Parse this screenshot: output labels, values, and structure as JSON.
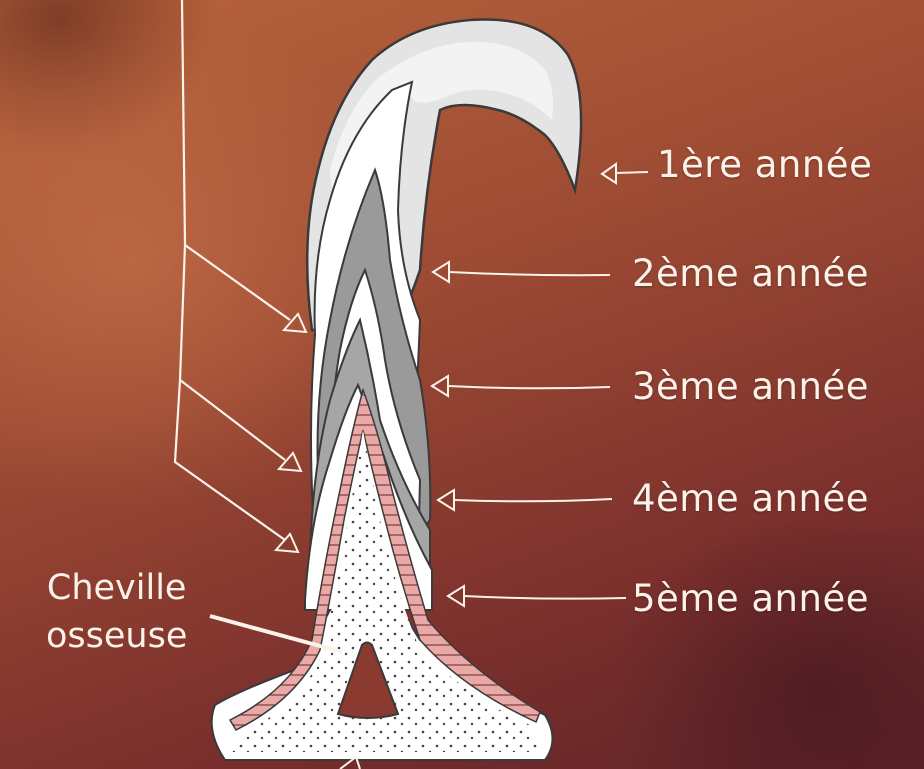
{
  "growth_labels": [
    {
      "text": "1ère année"
    },
    {
      "text": "2ème année"
    },
    {
      "text": "3ème année"
    },
    {
      "text": "4ème année"
    },
    {
      "text": "5ème année"
    }
  ],
  "bone_core_label": {
    "line1": "Cheville",
    "line2": "osseuse"
  },
  "colors": {
    "background_light": "#b8643c",
    "background_dark": "#5e2328",
    "horn_light": "#e4e4e4",
    "horn_grey": "#9a9a9a",
    "horn_white": "#ffffff",
    "bone_pink": "#e9a9a6",
    "line_white": "#fbf3ea",
    "outline": "#3a3a3a"
  },
  "icons": [
    "growth-ring-marker-icon",
    "arrow-left-icon"
  ]
}
